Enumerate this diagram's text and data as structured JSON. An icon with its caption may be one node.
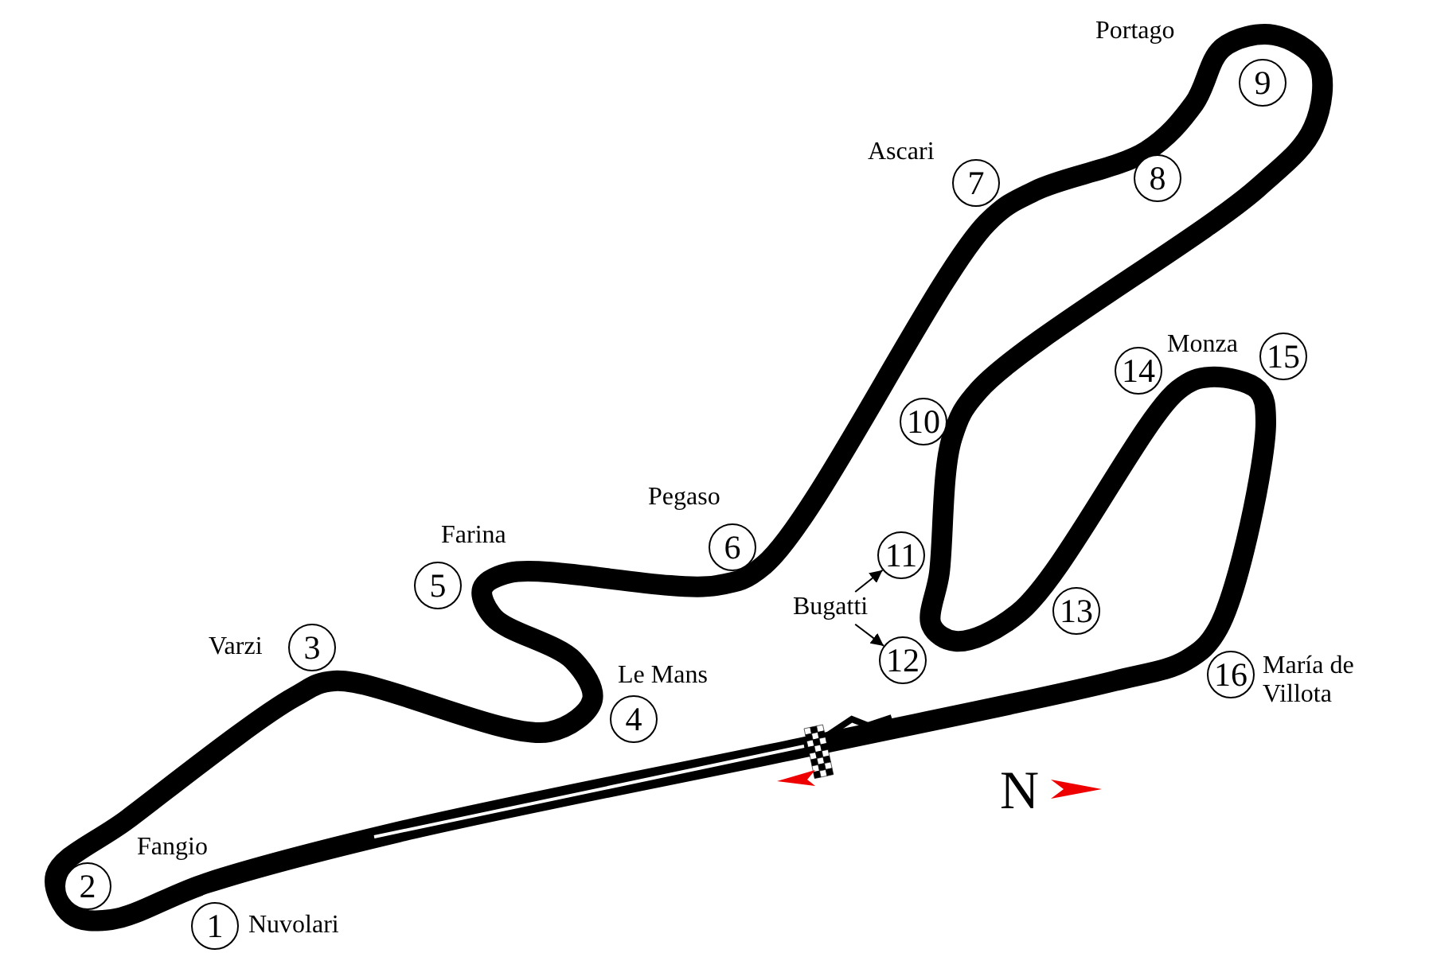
{
  "diagram": {
    "nodes": [
      {
        "text": [
          "1"
        ],
        "beside": [
          "Nuvolari"
        ]
      },
      {
        "text": [
          "2"
        ],
        "beside": [
          "Fangio"
        ]
      },
      {
        "text": [
          "3"
        ],
        "beside": [
          "Varzi"
        ]
      },
      {
        "text": [
          "4"
        ],
        "beside": [
          "Le Mans"
        ]
      },
      {
        "text": [
          "5"
        ],
        "beside": [
          "Farina"
        ]
      },
      {
        "text": [
          "6"
        ],
        "beside": [
          "Pegaso"
        ]
      },
      {
        "text": [
          "7"
        ],
        "beside": [
          "Ascari"
        ]
      },
      {
        "text": [
          "8"
        ]
      },
      {
        "text": [
          "9"
        ],
        "beside": [
          "Portago"
        ]
      },
      {
        "text": [
          "10"
        ]
      },
      {
        "text": [
          "11"
        ]
      },
      {
        "text": [
          "12"
        ]
      },
      {
        "text": [
          "13"
        ]
      },
      {
        "text": [
          "14"
        ],
        "beside": [
          "Monza"
        ]
      },
      {
        "text": [
          "15"
        ]
      },
      {
        "text": [
          "16"
        ],
        "beside": [
          "María de Villota"
        ]
      },
      {
        "text": [
          "Bugatti"
        ]
      }
    ],
    "edges": [
      {
        "from": 16,
        "to": 10,
        "arrow": "to"
      },
      {
        "from": 16,
        "to": 11,
        "arrow": "to"
      }
    ],
    "labels": [
      "N"
    ]
  }
}
